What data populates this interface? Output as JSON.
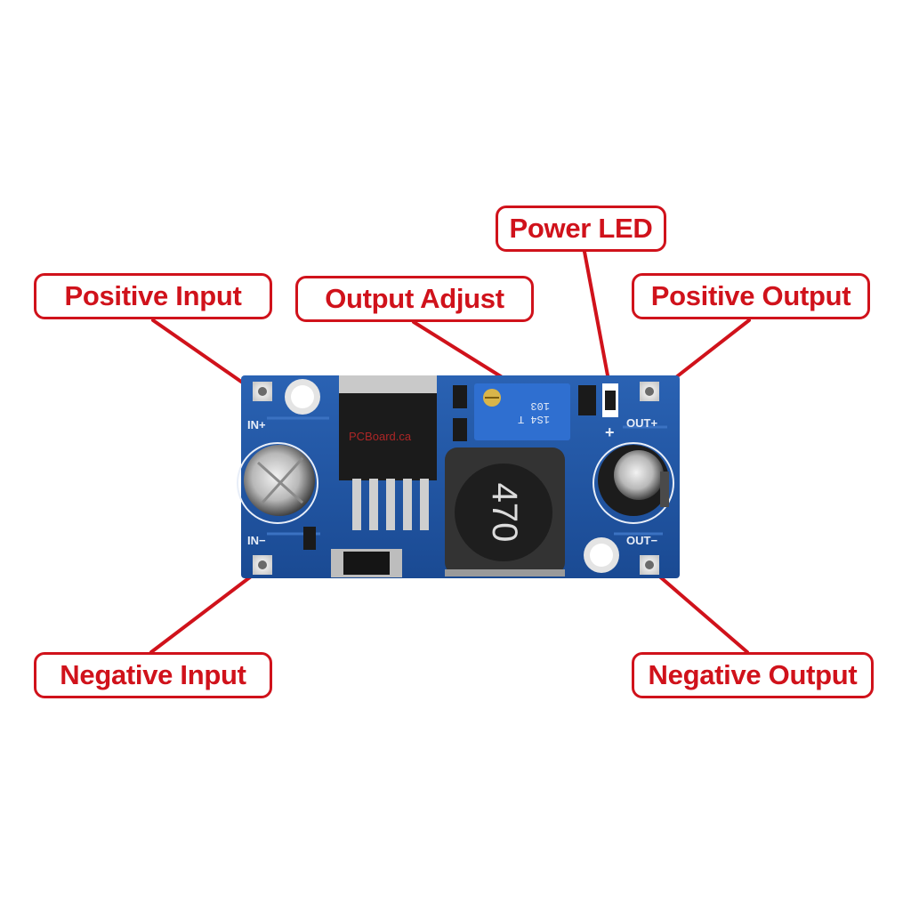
{
  "labels": {
    "power_led": "Power LED",
    "positive_input": "Positive Input",
    "output_adjust": "Output Adjust",
    "positive_output": "Positive Output",
    "negative_input": "Negative Input",
    "negative_output": "Negative Output"
  },
  "board": {
    "silkscreen_in_plus": "IN+",
    "silkscreen_in_minus": "IN−",
    "silkscreen_out_plus": "OUT+",
    "silkscreen_out_minus": "OUT−",
    "silkscreen_plus": "+",
    "inductor_marking": "470",
    "pot_marking_1": "103",
    "pot_marking_2": "1S4 T",
    "ic_watermark": "PCBoard.ca"
  },
  "colors": {
    "callout_red": "#d0121b",
    "pcb_blue": "#1d4f9a",
    "pot_blue": "#2f6fd0",
    "component_black": "#1a1a1a"
  }
}
